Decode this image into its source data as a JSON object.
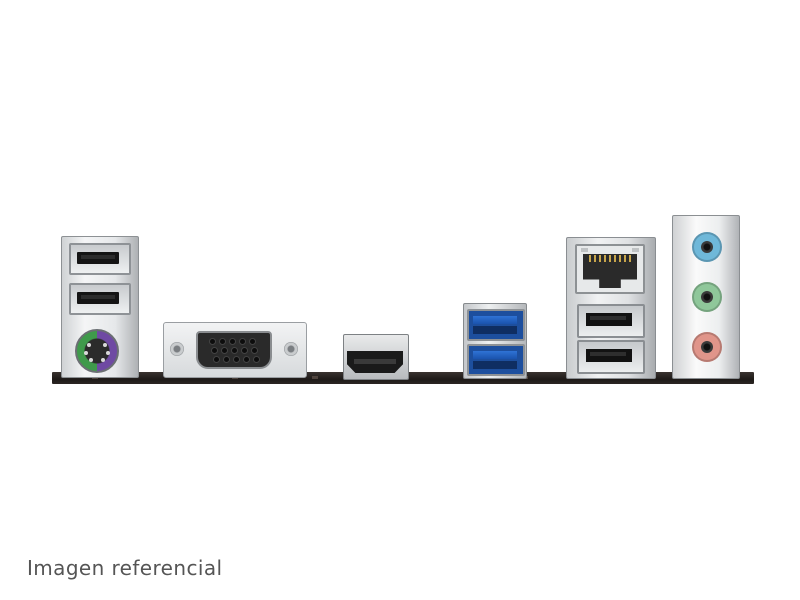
{
  "caption": "Imagen referencial",
  "colors": {
    "background": "#ffffff",
    "pcb": "#221c1a",
    "usb3_blue": "#1d4f9e",
    "ps2_mouse": "#3f9a4b",
    "ps2_keyboard": "#6f4aa3",
    "audio_line_in": "#6fb8d9",
    "audio_line_out": "#8fc79a",
    "audio_mic": "#e0958a"
  },
  "ports": [
    {
      "type": "usb-2.0",
      "count": 2,
      "icon": "usb-a-port"
    },
    {
      "type": "ps2-combo",
      "count": 1,
      "icon": "ps2-port"
    },
    {
      "type": "vga",
      "count": 1,
      "icon": "vga-port"
    },
    {
      "type": "hdmi",
      "count": 1,
      "icon": "hdmi-port"
    },
    {
      "type": "usb-3.0",
      "count": 2,
      "icon": "usb3-port"
    },
    {
      "type": "rj45-lan",
      "count": 1,
      "icon": "ethernet-port"
    },
    {
      "type": "usb-2.0",
      "count": 2,
      "icon": "usb-a-port"
    },
    {
      "type": "audio-jack",
      "count": 3,
      "icon": "audio-jack"
    }
  ]
}
